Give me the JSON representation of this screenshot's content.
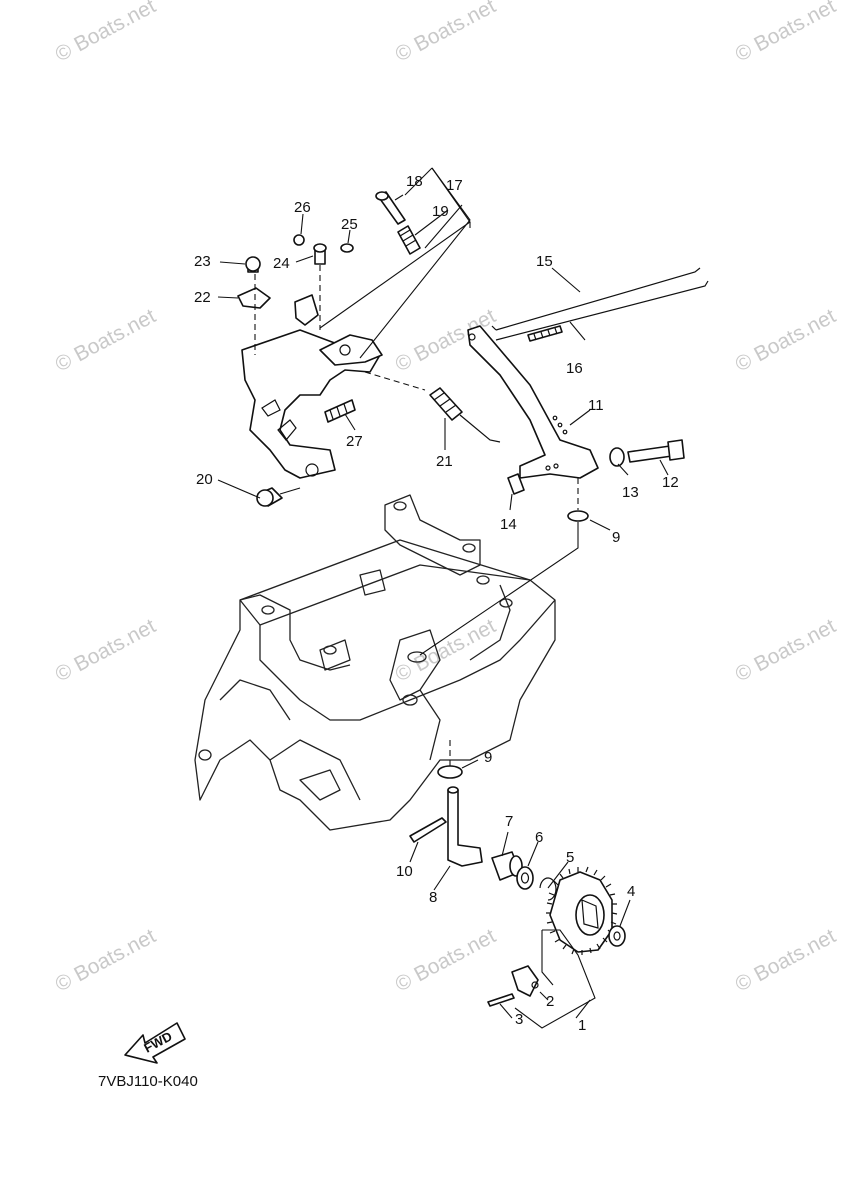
{
  "diagram_code": "7VBJ110-K040",
  "fwd_label": "FWD",
  "watermark": "© Boats.net",
  "callouts": [
    {
      "id": "1",
      "label": "1"
    },
    {
      "id": "2",
      "label": "2"
    },
    {
      "id": "3",
      "label": "3"
    },
    {
      "id": "4",
      "label": "4"
    },
    {
      "id": "5",
      "label": "5"
    },
    {
      "id": "6",
      "label": "6"
    },
    {
      "id": "7",
      "label": "7"
    },
    {
      "id": "8",
      "label": "8"
    },
    {
      "id": "9a",
      "label": "9"
    },
    {
      "id": "9b",
      "label": "9"
    },
    {
      "id": "10",
      "label": "10"
    },
    {
      "id": "11",
      "label": "11"
    },
    {
      "id": "12",
      "label": "12"
    },
    {
      "id": "13",
      "label": "13"
    },
    {
      "id": "14",
      "label": "14"
    },
    {
      "id": "15",
      "label": "15"
    },
    {
      "id": "16",
      "label": "16"
    },
    {
      "id": "17",
      "label": "17"
    },
    {
      "id": "18",
      "label": "18"
    },
    {
      "id": "19",
      "label": "19"
    },
    {
      "id": "20",
      "label": "20"
    },
    {
      "id": "21",
      "label": "21"
    },
    {
      "id": "22",
      "label": "22"
    },
    {
      "id": "23",
      "label": "23"
    },
    {
      "id": "24",
      "label": "24"
    },
    {
      "id": "25",
      "label": "25"
    },
    {
      "id": "26",
      "label": "26"
    },
    {
      "id": "27",
      "label": "27"
    }
  ]
}
